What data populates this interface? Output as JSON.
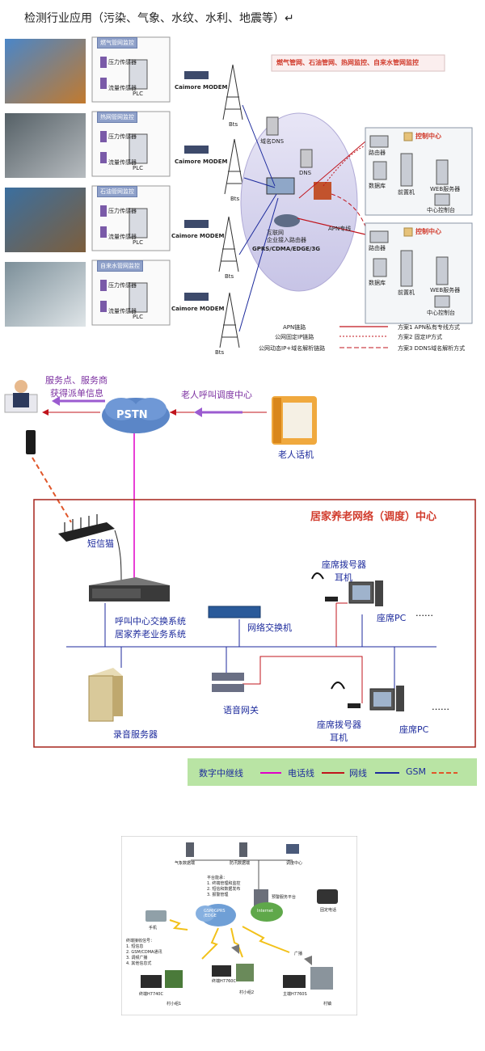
{
  "header": {
    "title": "检测行业应用（污染、气象、水纹、水利、地震等）↵"
  },
  "diagram1": {
    "panels": [
      {
        "label": "燃气管网监控",
        "sensor1": "压力传感器",
        "sensor2": "流量传感器",
        "plc": "PLC",
        "modem": "Caimore MODEM",
        "bts": "Bts"
      },
      {
        "label": "热网管网监控",
        "sensor1": "压力传感器",
        "sensor2": "流量传感器",
        "plc": "PLC",
        "modem": "Caimore MODEM",
        "bts": "Bts"
      },
      {
        "label": "石油管网监控",
        "sensor1": "压力传感器",
        "sensor2": "流量传感器",
        "plc": "PLC",
        "modem": "Caimore MODEM",
        "bts": "Bts"
      },
      {
        "label": "自来水管网监控",
        "sensor1": "压力传感器",
        "sensor2": "流量传感器",
        "plc": "PLC",
        "modem": "Caimore MODEM",
        "bts": "Bts"
      }
    ],
    "banner": "燃气管网、石油管网、热网监控、自来水管网监控",
    "cloud": {
      "dns1": "域名DNS",
      "dns2": "DNS",
      "router_label": "互联网\n企业接入路由器",
      "network": "GPRS/CDMA/EDGE/3G",
      "apn": "APN专线"
    },
    "control_centers": [
      {
        "title": "控制中心",
        "items": [
          "路由器",
          "数据库",
          "前置机",
          "WEB服务器",
          "中心控制台"
        ]
      },
      {
        "title": "控制中心",
        "items": [
          "路由器",
          "数据库",
          "前置机",
          "WEB服务器",
          "中心控制台"
        ]
      }
    ],
    "legend": [
      {
        "line": "APN链路",
        "desc": "方案1 APN私有专线方式"
      },
      {
        "line": "公网固定IP链路",
        "desc": "方案2 固定IP方式"
      },
      {
        "line": "公网动态IP+域名解析链路",
        "desc": "方案3 DDNS域名解析方式"
      }
    ]
  },
  "diagram2": {
    "service_label_1": "服务点、服务商",
    "service_label_2": "获得派单信息",
    "call_center_label": "老人呼叫调度中心",
    "pstn": "PSTN",
    "elder_phone": "老人话机",
    "box_title": "居家养老网络（调度）中心",
    "sms_cat": "短信猫",
    "server_label_1": "呼叫中心交换系统",
    "server_label_2": "居家养老业务系统",
    "switch_label": "网络交换机",
    "headset_1a": "座席拨号器",
    "headset_1b": "耳机",
    "pc_1": "座席PC",
    "dots": "……",
    "voice_gateway": "语音网关",
    "record_server": "录音服务器",
    "headset_2a": "座席拨号器",
    "headset_2b": "耳机",
    "pc_2": "座席PC",
    "legend": {
      "trunk": "数字中继线",
      "phone": "电话线",
      "net": "网线",
      "gsm": "GSM"
    },
    "colors": {
      "trunk": "#e000c8",
      "phone": "#c0141c",
      "net": "#1c2a9c",
      "gsm": "#e0562a",
      "legend_bg": "#b9e4a4",
      "box_border": "#a5241c"
    }
  },
  "diagram3": {
    "top_nodes": [
      "气象数据端",
      "防汛数据端",
      "调度中心"
    ],
    "platform_notes": [
      "平台能承：",
      "1. 终端管理和监控",
      "2. 短信和数据发布",
      "3. 报警管理"
    ],
    "platform": "预警服务平台",
    "gsm_cloud": "GSM/GPRS\n/EDGE",
    "internet": "Internet",
    "phone_label": "固定电话",
    "handset": "手机",
    "terminal_notes": [
      "终端接收信号：",
      "1. 短信息",
      "2. GSM/CDMA通讯",
      "3. 调频广播",
      "4. 其他信息式"
    ],
    "stations": [
      {
        "device": "终端H7740C",
        "place": "村小组1"
      },
      {
        "device": "终端H7760C",
        "place": "村小组2"
      },
      {
        "device": "主端H7760S",
        "place": "村镇"
      }
    ],
    "broadcast": "广播"
  }
}
